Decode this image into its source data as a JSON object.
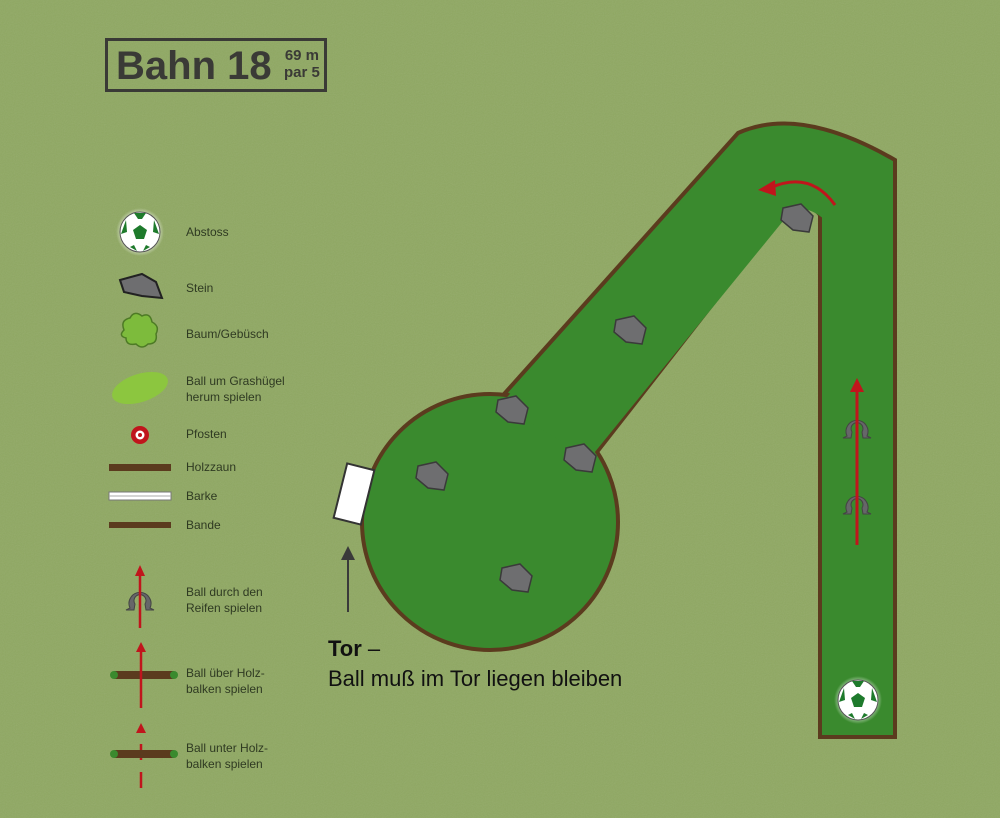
{
  "header": {
    "title": "Bahn 18",
    "length": "69 m",
    "par": "par 5"
  },
  "legend": [
    {
      "icon": "ball-icon",
      "label": "Abstoss"
    },
    {
      "icon": "stone-icon",
      "label": "Stein"
    },
    {
      "icon": "bush-icon",
      "label": "Baum/Gebüsch"
    },
    {
      "icon": "hill-icon",
      "label": "Ball um Grashügel herum spielen"
    },
    {
      "icon": "post-icon",
      "label": "Pfosten"
    },
    {
      "icon": "wood-fence-icon",
      "label": "Holzzaun"
    },
    {
      "icon": "barrier-icon",
      "label": "Barke"
    },
    {
      "icon": "border-icon",
      "label": "Bande"
    },
    {
      "icon": "hoop-icon",
      "label": "Ball durch den Reifen spielen"
    },
    {
      "icon": "beam-over-icon",
      "label": "Ball über Holzbalken spielen"
    },
    {
      "icon": "beam-under-icon",
      "label": "Ball unter Holzbalken spielen"
    }
  ],
  "legend_lines": {
    "hill": [
      "Ball um Grashügel",
      "herum spielen"
    ],
    "hoop": [
      "Ball durch den",
      "Reifen spielen"
    ],
    "over": [
      "Ball über Holz-",
      "balken spielen"
    ],
    "under": [
      "Ball unter Holz-",
      "balken spielen"
    ]
  },
  "goal": {
    "label": "Tor",
    "dash": " –",
    "note": "Ball muß im Tor liegen bleiben"
  },
  "colors": {
    "grass": "#8fa862",
    "fairway": "#3a8a2e",
    "border": "#5b3b1e",
    "arrow": "#c0151c",
    "stone": "#6e6e70"
  }
}
